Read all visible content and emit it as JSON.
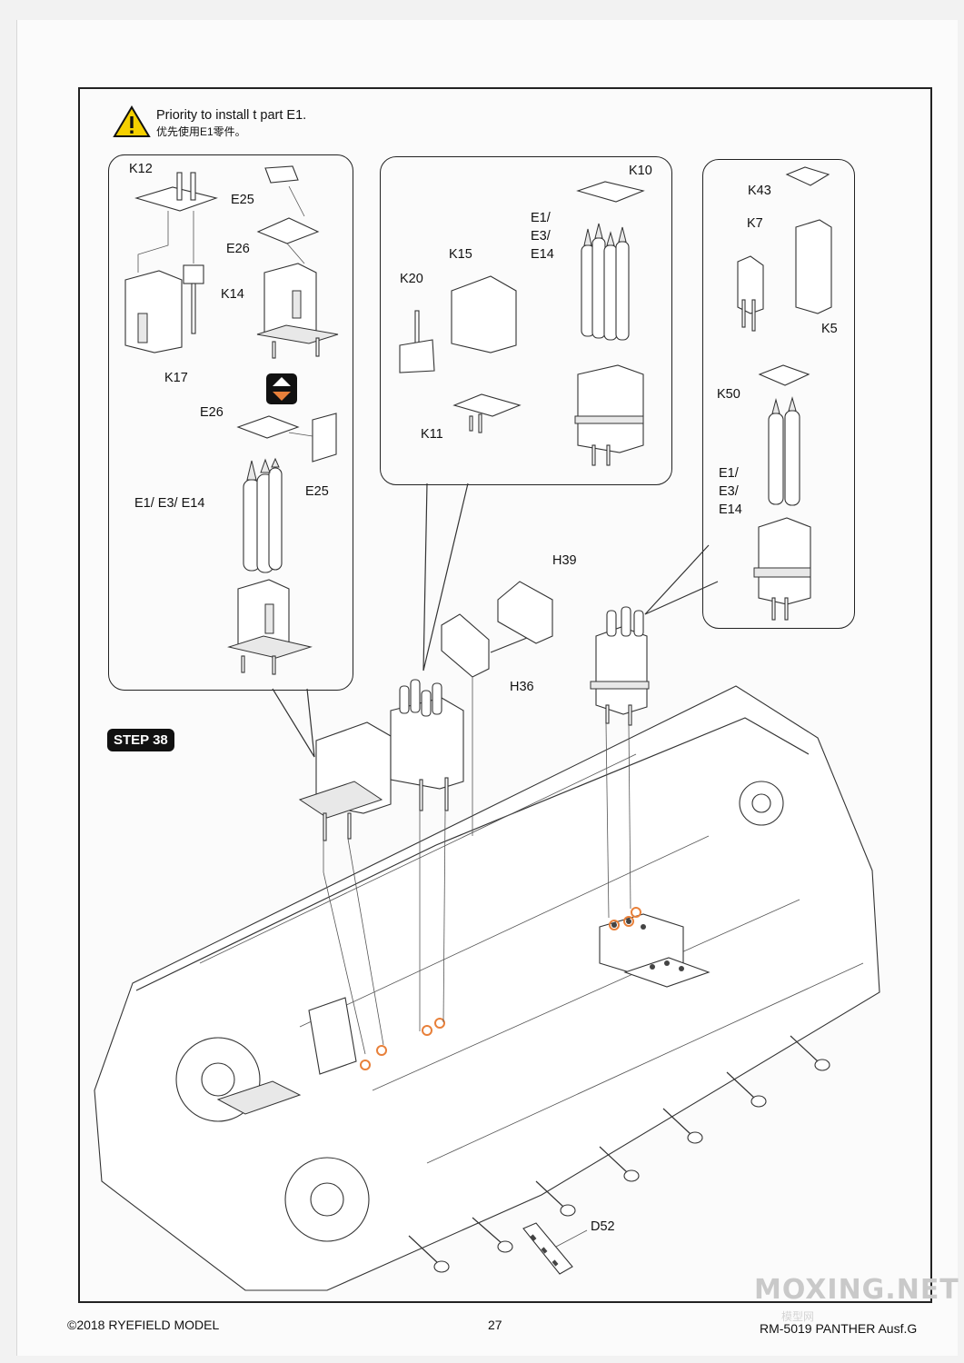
{
  "warning": {
    "text_en": "Priority to install t part E1.",
    "text_zh": "优先使用E1零件。",
    "icon": "warning-triangle-icon"
  },
  "step": {
    "label": "STEP 38"
  },
  "panel_left": {
    "labels": [
      "K12",
      "E25",
      "E26",
      "K14",
      "K17",
      "E26",
      "E25",
      "E1/ E3/ E14"
    ],
    "swap_icon": "swap-arrows-icon"
  },
  "panel_middle": {
    "labels": [
      "K10",
      "E1/",
      "E3/",
      "E14",
      "K15",
      "K20",
      "K11"
    ]
  },
  "panel_right": {
    "labels": [
      "K43",
      "K7",
      "K5",
      "K50",
      "E1/",
      "E3/",
      "E14"
    ]
  },
  "main_labels": {
    "h39": "H39",
    "h36": "H36",
    "d52": "D52"
  },
  "footer": {
    "copyright": "©2018 RYEFIELD MODEL",
    "page": "27",
    "product": "RM-5019 PANTHER Ausf.G"
  },
  "watermark": {
    "text": "MOXING.NET",
    "sub": "模型网"
  },
  "colors": {
    "highlight": "#e8803a",
    "line": "#222222"
  }
}
